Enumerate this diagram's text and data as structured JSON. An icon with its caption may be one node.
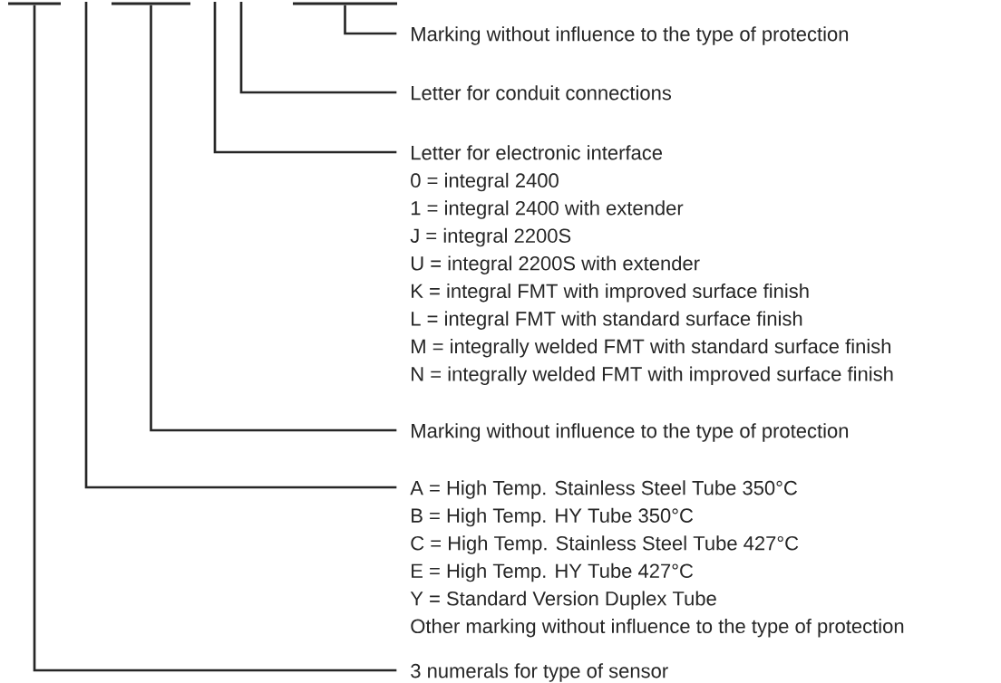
{
  "diagram": {
    "nodes": [
      {
        "text": [],
        "shape": "bar"
      },
      {
        "text": [],
        "shape": "bar"
      },
      {
        "text": [],
        "shape": "bar"
      },
      {
        "text": [
          "Marking without influence to the type of protection"
        ]
      },
      {
        "text": [
          "Letter for conduit connections"
        ]
      },
      {
        "text": [
          "Letter for electronic interface",
          "0 = integral 2400",
          "1 = integral 2400 with extender",
          "J = integral 2200S",
          "U = integral 2200S with extender",
          "K = integral FMT with improved surface finish",
          "L = integral FMT with standard surface finish",
          "M = integrally welded FMT with standard surface finish",
          "N = integrally welded FMT with improved surface finish"
        ]
      },
      {
        "text": [
          "Marking without influence to the type of protection"
        ]
      },
      {
        "text": [
          "A = High Temp. Stainless Steel Tube 350°C",
          "B = High Temp. HY Tube 350°C",
          "C = High Temp. Stainless Steel Tube 427°C",
          "E = High Temp. HY Tube 427°C",
          "Y = Standard Version Duplex Tube",
          "Other marking without influence to the type of protection"
        ]
      },
      {
        "text": [
          "3 numerals for type of sensor"
        ]
      }
    ],
    "edges": [
      {
        "from": 2,
        "to": 3,
        "arrow": "none"
      },
      {
        "from": null,
        "to": 4,
        "arrow": "none"
      },
      {
        "from": null,
        "to": 5,
        "arrow": "none"
      },
      {
        "from": 1,
        "to": 6,
        "arrow": "none"
      },
      {
        "from": null,
        "to": 7,
        "arrow": "none"
      },
      {
        "from": 0,
        "to": 8,
        "arrow": "none"
      }
    ]
  }
}
